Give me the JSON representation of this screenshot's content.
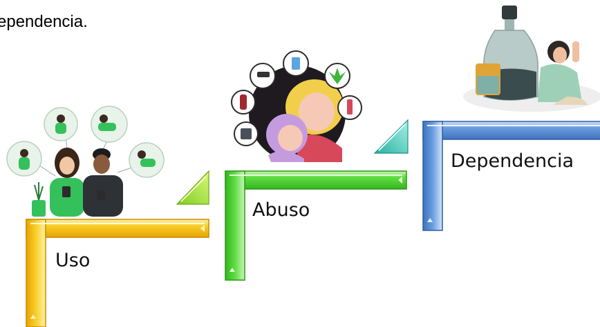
{
  "heading": {
    "text": "ependencia."
  },
  "steps": [
    {
      "label": "Uso",
      "color": "#f7c41a",
      "illustration": "young-people-phones-icon"
    },
    {
      "label": "Abuso",
      "color": "#56d43c",
      "illustration": "substances-circle-icon"
    },
    {
      "label": "Dependencia",
      "color": "#5f92d6",
      "illustration": "bottle-person-icon"
    }
  ],
  "colors": {
    "yellow": "#f7c41a",
    "green": "#56d43c",
    "blue": "#5f92d6",
    "teal": "#3cc9b7"
  }
}
